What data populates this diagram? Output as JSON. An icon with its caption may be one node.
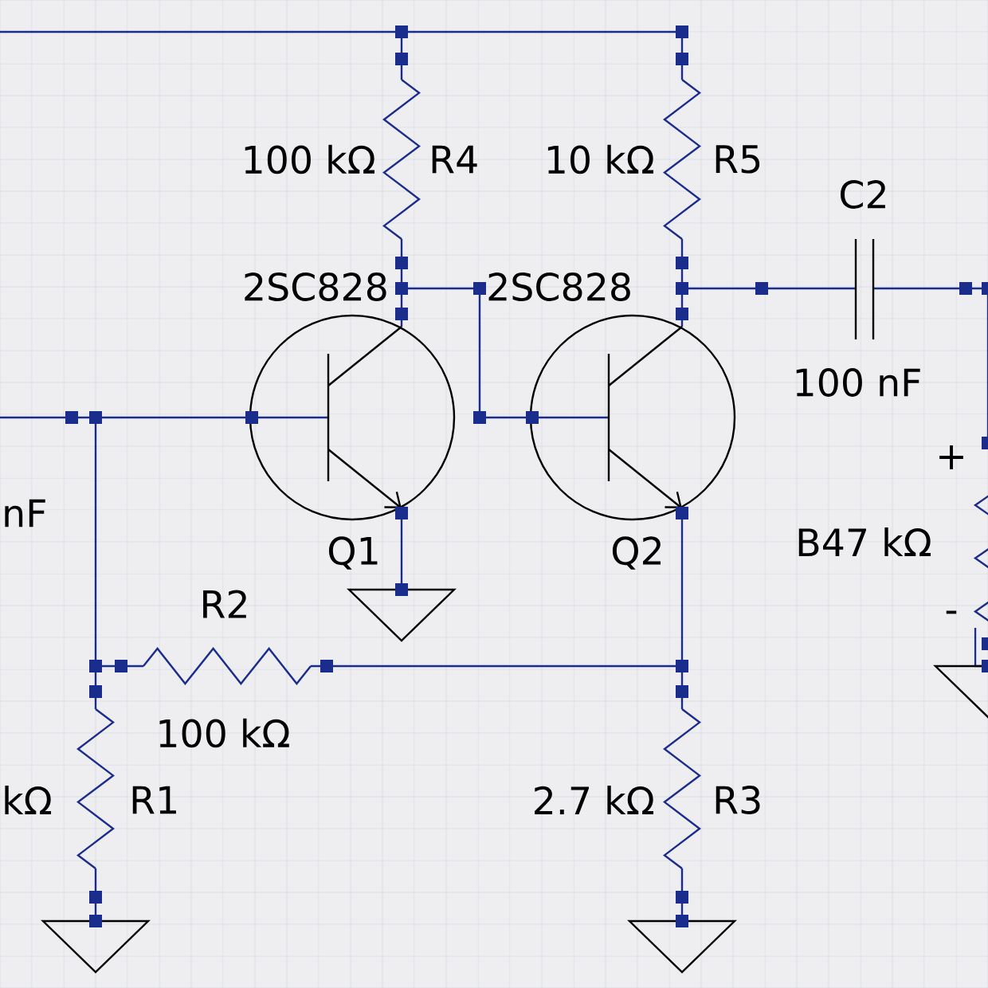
{
  "diagram": {
    "labels": [
      "100 kΩ",
      "R4",
      "10 kΩ",
      "R5",
      "C2",
      "2SC828",
      "2SC828",
      "100 nF",
      "+",
      "nF",
      "Q1",
      "Q2",
      "B47 kΩ",
      "-",
      "R2",
      "100 kΩ",
      "kΩ",
      "R1",
      "2.7 kΩ",
      "R3"
    ]
  }
}
